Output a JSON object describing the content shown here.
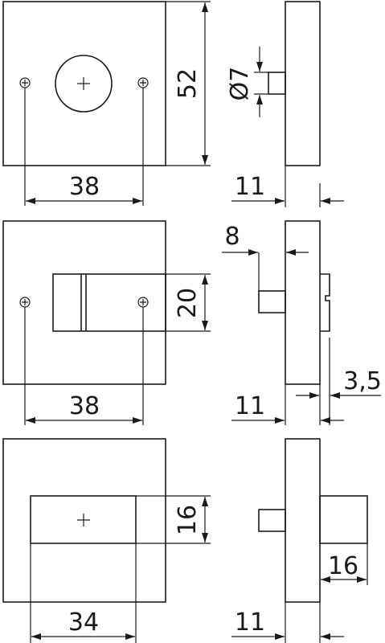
{
  "diagram": {
    "views": [
      {
        "name": "escutcheon-round-hole",
        "dims": {
          "width": "38",
          "height": "52",
          "diameter": "Ø7",
          "thickness": "11"
        }
      },
      {
        "name": "escutcheon-thumbturn",
        "dims": {
          "width": "38",
          "height": "20",
          "offset": "8",
          "thickness": "11",
          "spindle": "3,5"
        }
      },
      {
        "name": "escutcheon-rect-knob",
        "dims": {
          "width": "34",
          "height": "16",
          "thickness": "11",
          "depth": "16"
        }
      }
    ]
  }
}
